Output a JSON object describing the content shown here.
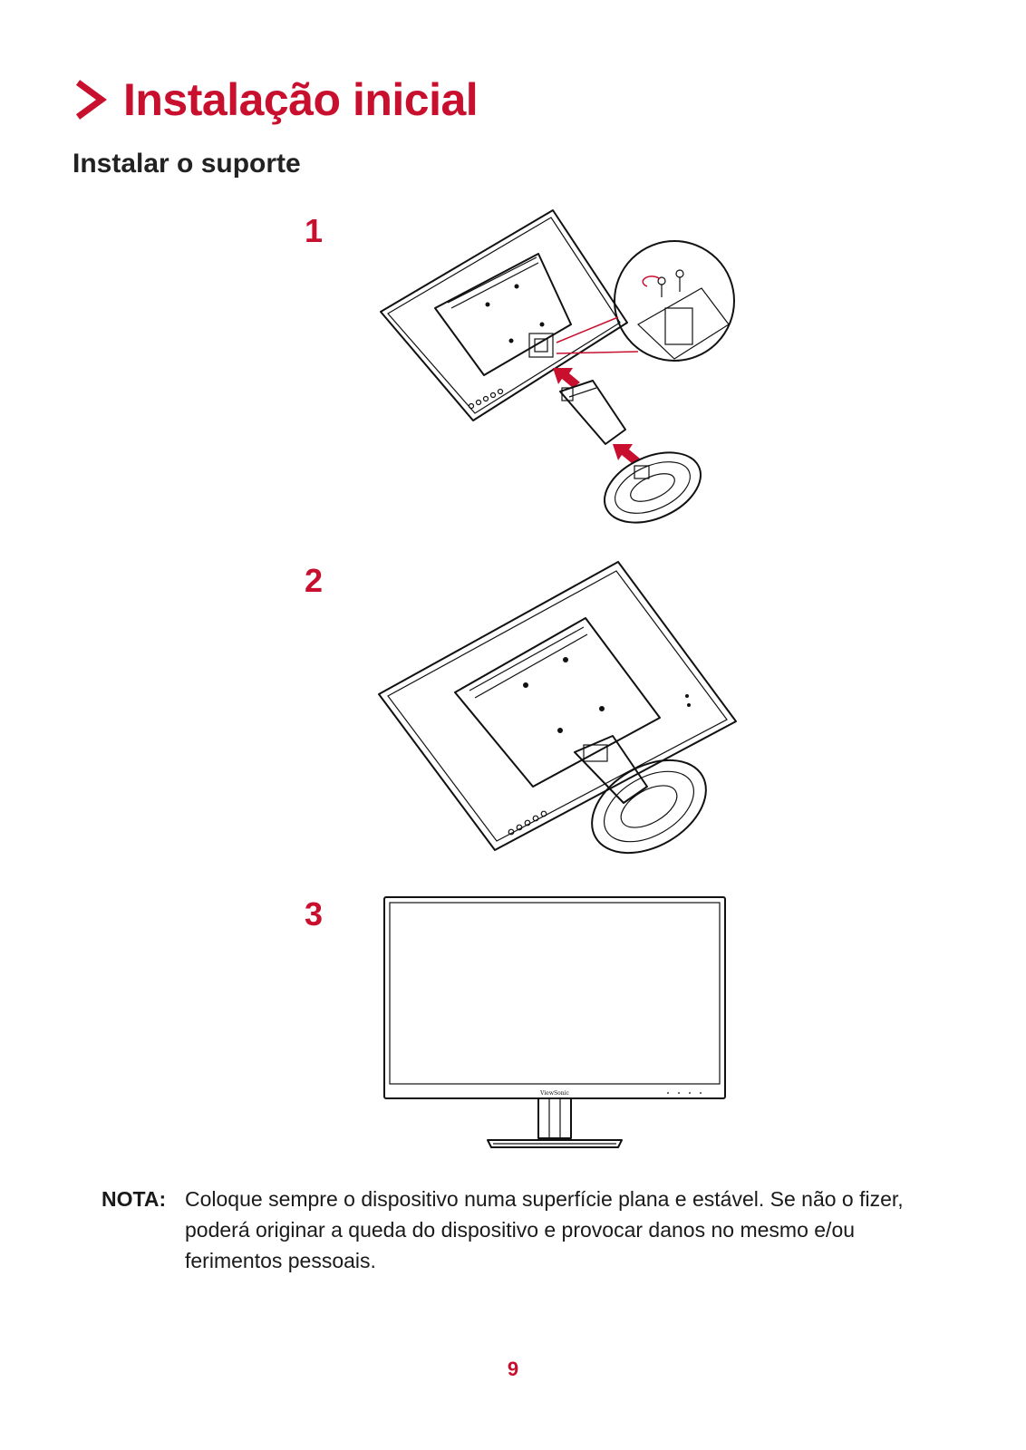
{
  "header": {
    "title": "Instalação inicial"
  },
  "section": {
    "subtitle": "Instalar o suporte"
  },
  "steps": [
    {
      "number": "1"
    },
    {
      "number": "2"
    },
    {
      "number": "3"
    }
  ],
  "monitor_front": {
    "brand": "ViewSonic"
  },
  "note": {
    "label": "NOTA:",
    "text": "Coloque sempre o dispositivo numa superfície plana e estável. Se não o fizer, poderá originar a queda do dispositivo e provocar danos no mesmo e/ou ferimentos pessoais."
  },
  "footer": {
    "page_number": "9"
  },
  "colors": {
    "accent": "#c8102e",
    "text": "#1a1a1a"
  },
  "icons": {
    "header_marker": "chevron-right-icon"
  }
}
